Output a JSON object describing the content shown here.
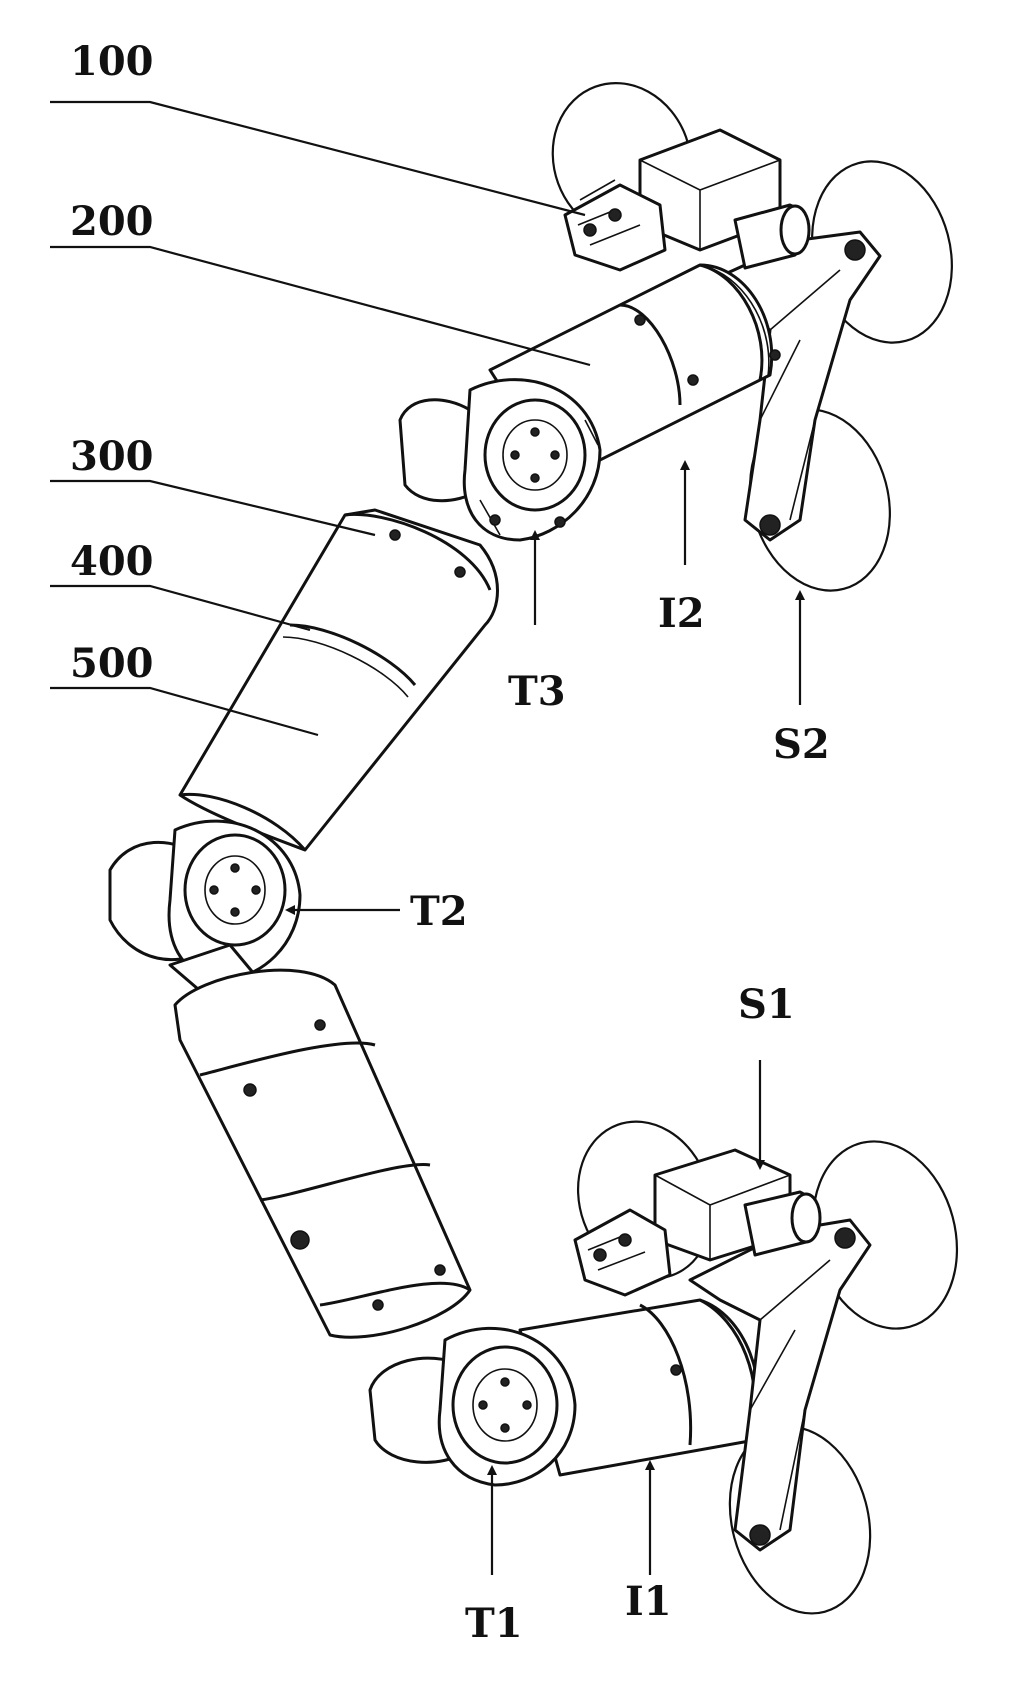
{
  "labels": {
    "l100": "100",
    "l200": "200",
    "l300": "300",
    "l400": "400",
    "l500": "500",
    "T1": "T1",
    "T2": "T2",
    "T3": "T3",
    "I1": "I1",
    "I2": "I2",
    "S1": "S1",
    "S2": "S2"
  }
}
